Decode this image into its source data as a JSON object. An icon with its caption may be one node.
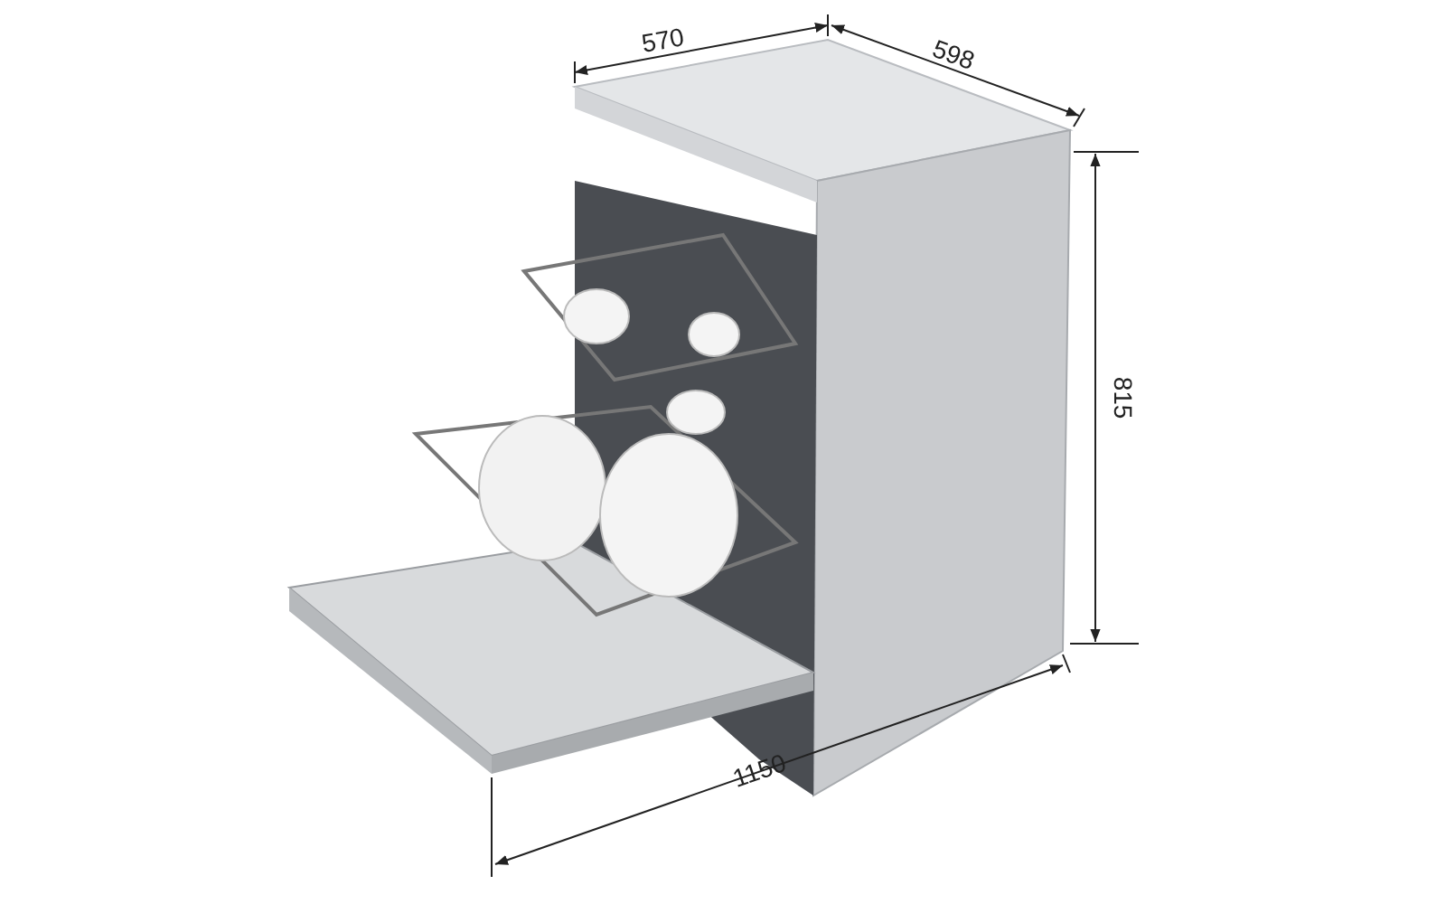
{
  "diagram": {
    "labels": [
      "570",
      "598",
      "815",
      "1150"
    ]
  }
}
